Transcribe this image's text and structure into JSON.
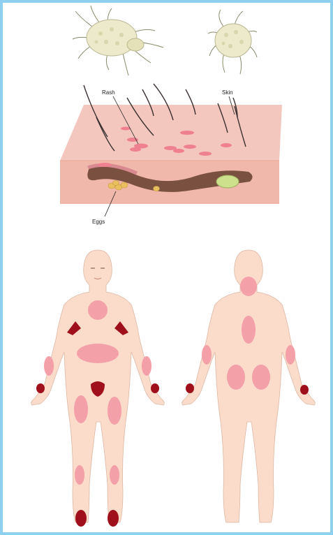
{
  "labels": {
    "rash": "Rash",
    "skin": "Skin",
    "eggs": "Eggs"
  },
  "colors": {
    "frame": "#8fd0ef",
    "skin_surface": "#f3c7bd",
    "skin_side": "#f0b8aa",
    "burrow": "#7a5040",
    "rash_spot": "#ee8090",
    "egg": "#e8c060",
    "mite": "#eceacb",
    "body": "#fbdccb",
    "rash_light": "#f3a0a8",
    "rash_dark": "#a0101c"
  }
}
